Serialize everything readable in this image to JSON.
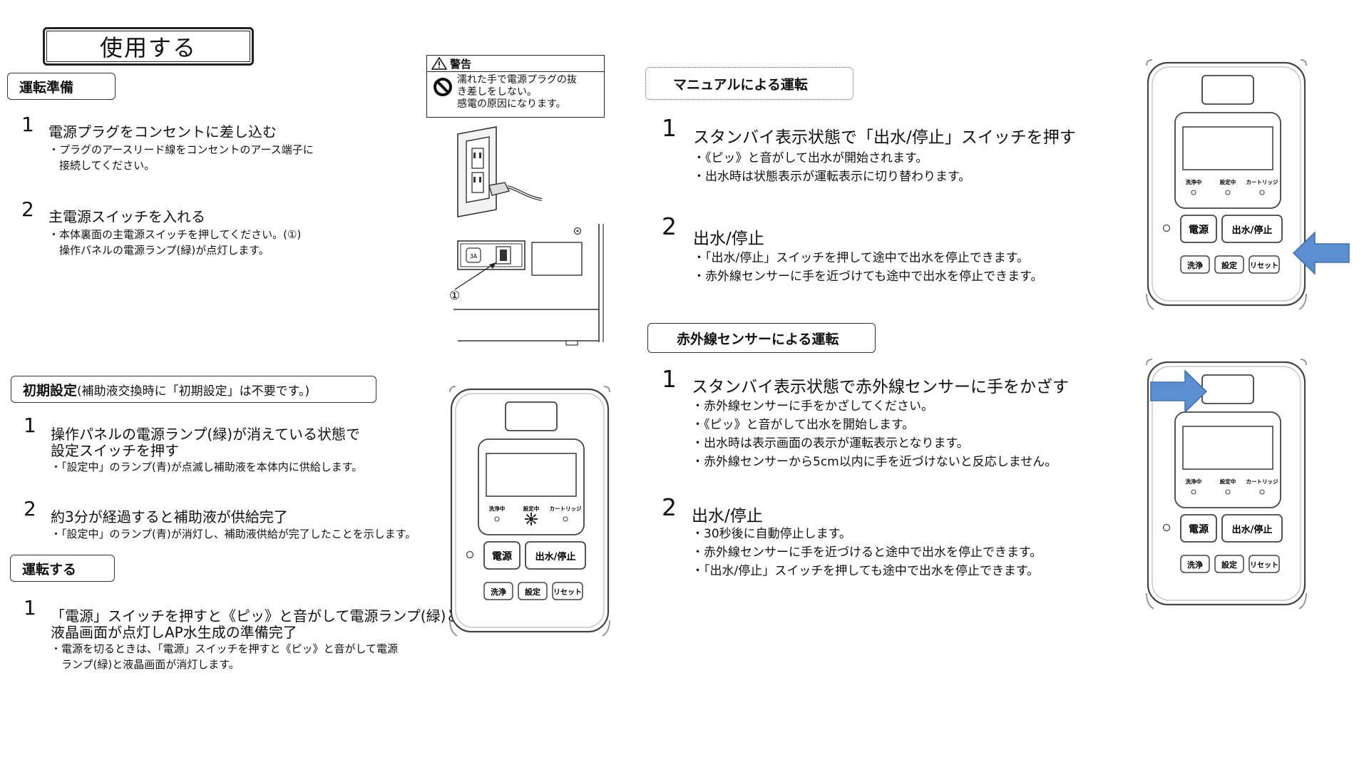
{
  "page_title": "使用する",
  "warning": {
    "header": "警告",
    "lines": [
      "濡れた手で電源プラグの抜",
      "き差しをしない。",
      "感電の原因になります。"
    ]
  },
  "left": {
    "prep": {
      "label": "運転準備",
      "steps": [
        {
          "num": "1",
          "head": [
            "電源プラグをコンセントに差し込む"
          ],
          "notes": [
            "・プラグのアースリード線をコンセントのアース端子に",
            "　接続してください。"
          ]
        },
        {
          "num": "2",
          "head": [
            "主電源スイッチを入れる"
          ],
          "notes": [
            "・本体裏面の主電源スイッチを押してください。(①)",
            "　操作パネルの電源ランプ(緑)が点灯します。"
          ]
        }
      ]
    },
    "init": {
      "label_bold": "初期設定",
      "label_rest": "(補助液交換時に「初期設定」は不要です。)",
      "steps": [
        {
          "num": "1",
          "head": [
            "操作パネルの電源ランプ(緑)が消えている状態で",
            "設定スイッチを押す"
          ],
          "notes": [
            "・「設定中」のランプ(青)が点滅し補助液を本体内に供給します。"
          ]
        },
        {
          "num": "2",
          "head": [
            "約3分が経過すると補助液が供給完了"
          ],
          "notes": [
            "・「設定中」のランプ(青)が消灯し、補助液供給が完了したことを示します。"
          ]
        }
      ]
    },
    "run": {
      "label": "運転する",
      "steps": [
        {
          "num": "1",
          "head": [
            "「電源」スイッチを押すと《ピッ》と音がして電源ランプ(緑)と",
            "液晶画面が点灯しAP水生成の準備完了"
          ],
          "notes": [
            "・電源を切るときは、「電源」スイッチを押すと《ピッ》と音がして電源",
            "　ランプ(緑)と液晶画面が消灯します。"
          ]
        }
      ]
    }
  },
  "right": {
    "manual": {
      "label": "マニュアルによる運転",
      "steps": [
        {
          "num": "1",
          "head": [
            "スタンバイ表示状態で「出水/停止」スイッチを押す"
          ],
          "notes": [
            "・《ピッ》と音がして出水が開始されます。",
            "・出水時は状態表示が運転表示に切り替わります。"
          ]
        },
        {
          "num": "2",
          "head": [
            "出水/停止"
          ],
          "notes": [
            "・「出水/停止」スイッチを押して途中で出水を停止できます。",
            "・赤外線センサーに手を近づけても途中で出水を停止できます。"
          ]
        }
      ]
    },
    "sensor": {
      "label": "赤外線センサーによる運転",
      "steps": [
        {
          "num": "1",
          "head": [
            "スタンバイ表示状態で赤外線センサーに手をかざす"
          ],
          "notes": [
            "・赤外線センサーに手をかざしてください。",
            "・《ピッ》と音がして出水を開始します。",
            "・出水時は表示画面の表示が運転表示となります。",
            "・赤外線センサーから5cm以内に手を近づけないと反応しません。"
          ]
        },
        {
          "num": "2",
          "head": [
            "出水/停止"
          ],
          "notes": [
            "・30秒後に自動停止します。",
            "・赤外線センサーに手を近づけると途中で出水を停止できます。",
            "・「出水/停止」スイッチを押しても途中で出水を停止できます。"
          ]
        }
      ]
    }
  },
  "panel": {
    "status_labels": [
      "洗浄中",
      "設定中",
      "カートリッジ"
    ],
    "btn_power": "電源",
    "btn_water": "出水/停止",
    "btn_wash": "洗浄",
    "btn_set": "設定",
    "btn_reset": "リセット"
  },
  "switch_callout": "①",
  "switch_label": "3A",
  "colors": {
    "arrow": "#5b8fd2",
    "line": "#222222"
  }
}
